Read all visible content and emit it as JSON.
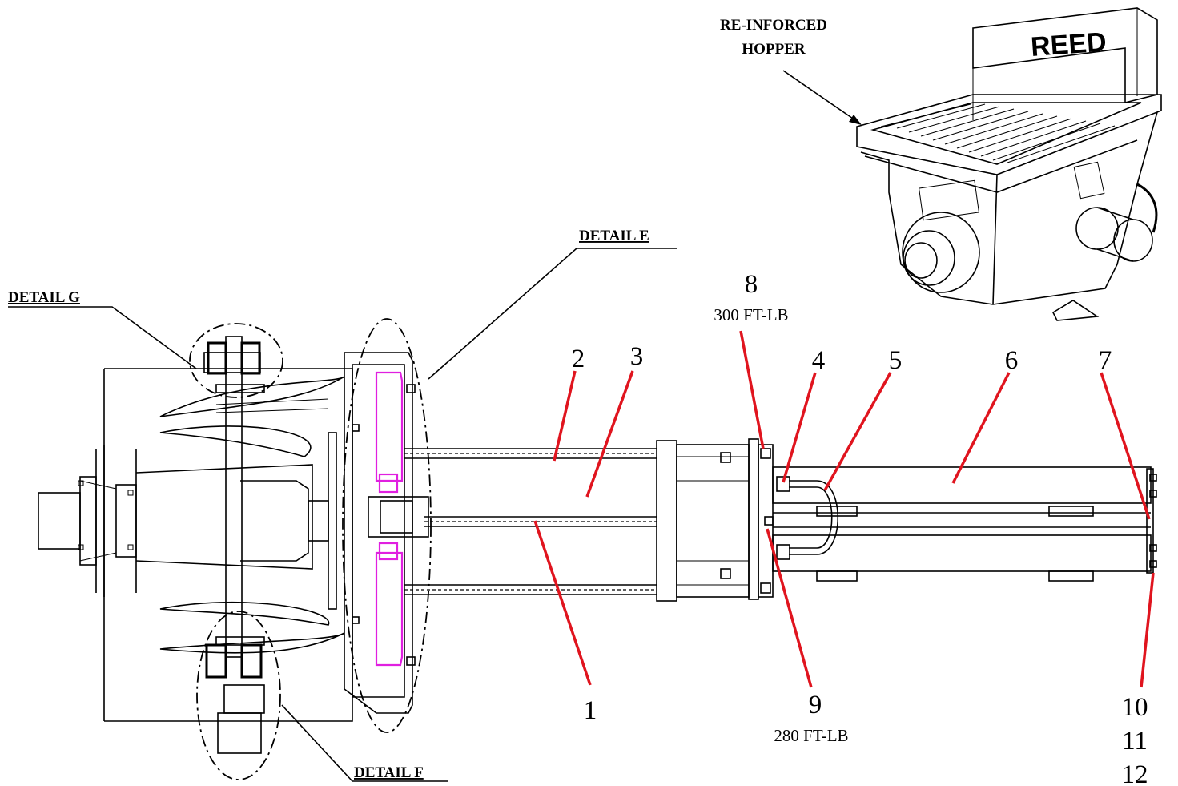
{
  "labels": {
    "detail_e": "DETAIL E",
    "detail_f": "DETAIL F",
    "detail_g": "DETAIL G",
    "hopper_line1": "RE-INFORCED",
    "hopper_line2": "HOPPER",
    "brand": "REED"
  },
  "callouts": {
    "n1": "1",
    "n2": "2",
    "n3": "3",
    "n4": "4",
    "n5": "5",
    "n6": "6",
    "n7": "7",
    "n8": "8",
    "n9": "9",
    "n10": "10",
    "n11": "11",
    "n12": "12"
  },
  "torque": {
    "t8": "300 FT-LB",
    "t9": "280 FT-LB"
  },
  "colors": {
    "leader_red": "#e0141e",
    "highlight_magenta": "#e020e0"
  }
}
